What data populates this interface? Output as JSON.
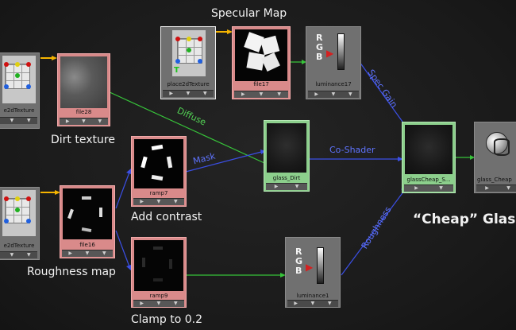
{
  "captions": {
    "specular_map": "Specular Map",
    "dirt_texture": "Dirt texture",
    "add_contrast": "Add contrast",
    "roughness_map": "Roughness map",
    "clamp": "Clamp to 0.2",
    "cheap_glass": "“Cheap” Glass"
  },
  "wire_labels": {
    "diffuse": "Diffuse",
    "mask": "Mask",
    "co_shader": "Co-Shader",
    "spec_gain": "Spec Gain",
    "roughness": "Roughness"
  },
  "nodes": {
    "place2d_top": "place2dTexture",
    "place2d_left": "e2dTexture",
    "place2d_left2": "e2dTexture",
    "file28": "file28",
    "file17": "file17",
    "luminance17": "luminance17",
    "ramp7": "ramp7",
    "file16": "file16",
    "glass_dirt": "glass_Dirt",
    "glass_cheap_s": "glassCheap_S...",
    "glass_cheap": "glass_Cheap",
    "ramp9": "ramp9",
    "luminance1": "luminance1"
  },
  "node_glyphs": {
    "rgb": "RGB",
    "texture_t": "T",
    "control_left": "▶",
    "control_down": "▼"
  },
  "colors": {
    "blue_wire": "#3b4fe6",
    "green_wire": "#37c43a",
    "yellow_wire": "#f5b400",
    "node_red": "#d98a8a",
    "node_green": "#8ccf8c"
  }
}
